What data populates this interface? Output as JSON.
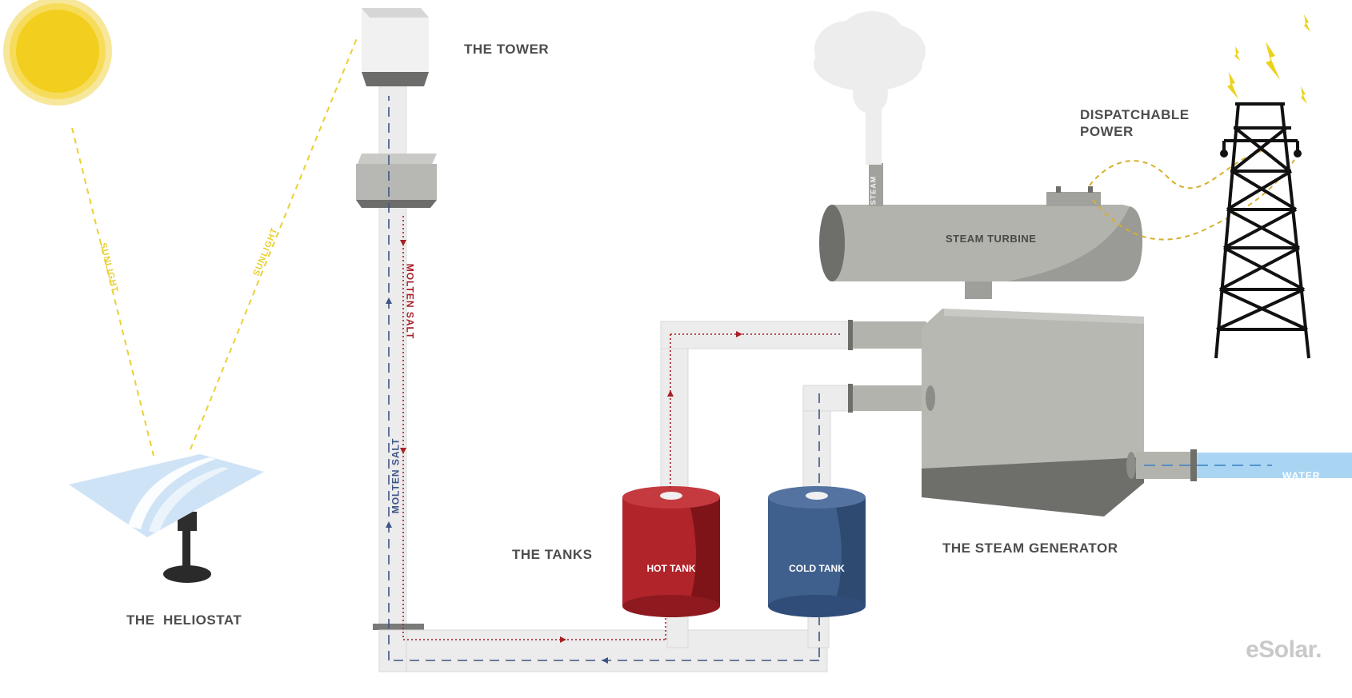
{
  "labels": {
    "tower": "THE TOWER",
    "dispatchable_power": [
      "DISPATCHABLE",
      "POWER"
    ],
    "steam_turbine": "STEAM TURBINE",
    "steam": "STEAM",
    "tanks": "THE TANKS",
    "hot_tank": "HOT TANK",
    "cold_tank": "COLD TANK",
    "steam_generator": "THE STEAM GENERATOR",
    "heliostat": "THE  HELIOSTAT",
    "sunlight": "SUNLIGHT",
    "molten_salt": "MOLTEN SALT",
    "water": "WATER"
  },
  "brand": "eSolar.",
  "colors": {
    "sun": "#f2cf1e",
    "sun_halo": "#f7e79a",
    "sunlight": "#ead033",
    "pipe": "#ececec",
    "machine": "#b3b3ad",
    "machine_dark": "#6e6e6b",
    "hot_tank": "#b0242a",
    "cold_tank": "#3f5f8c",
    "hot_salt": "#a81f27",
    "cold_salt": "#3f5586",
    "water": "#a9d5f3",
    "mirror": "#cfe3f6",
    "power": "#d6b02c",
    "label": "#4d4d4d"
  }
}
